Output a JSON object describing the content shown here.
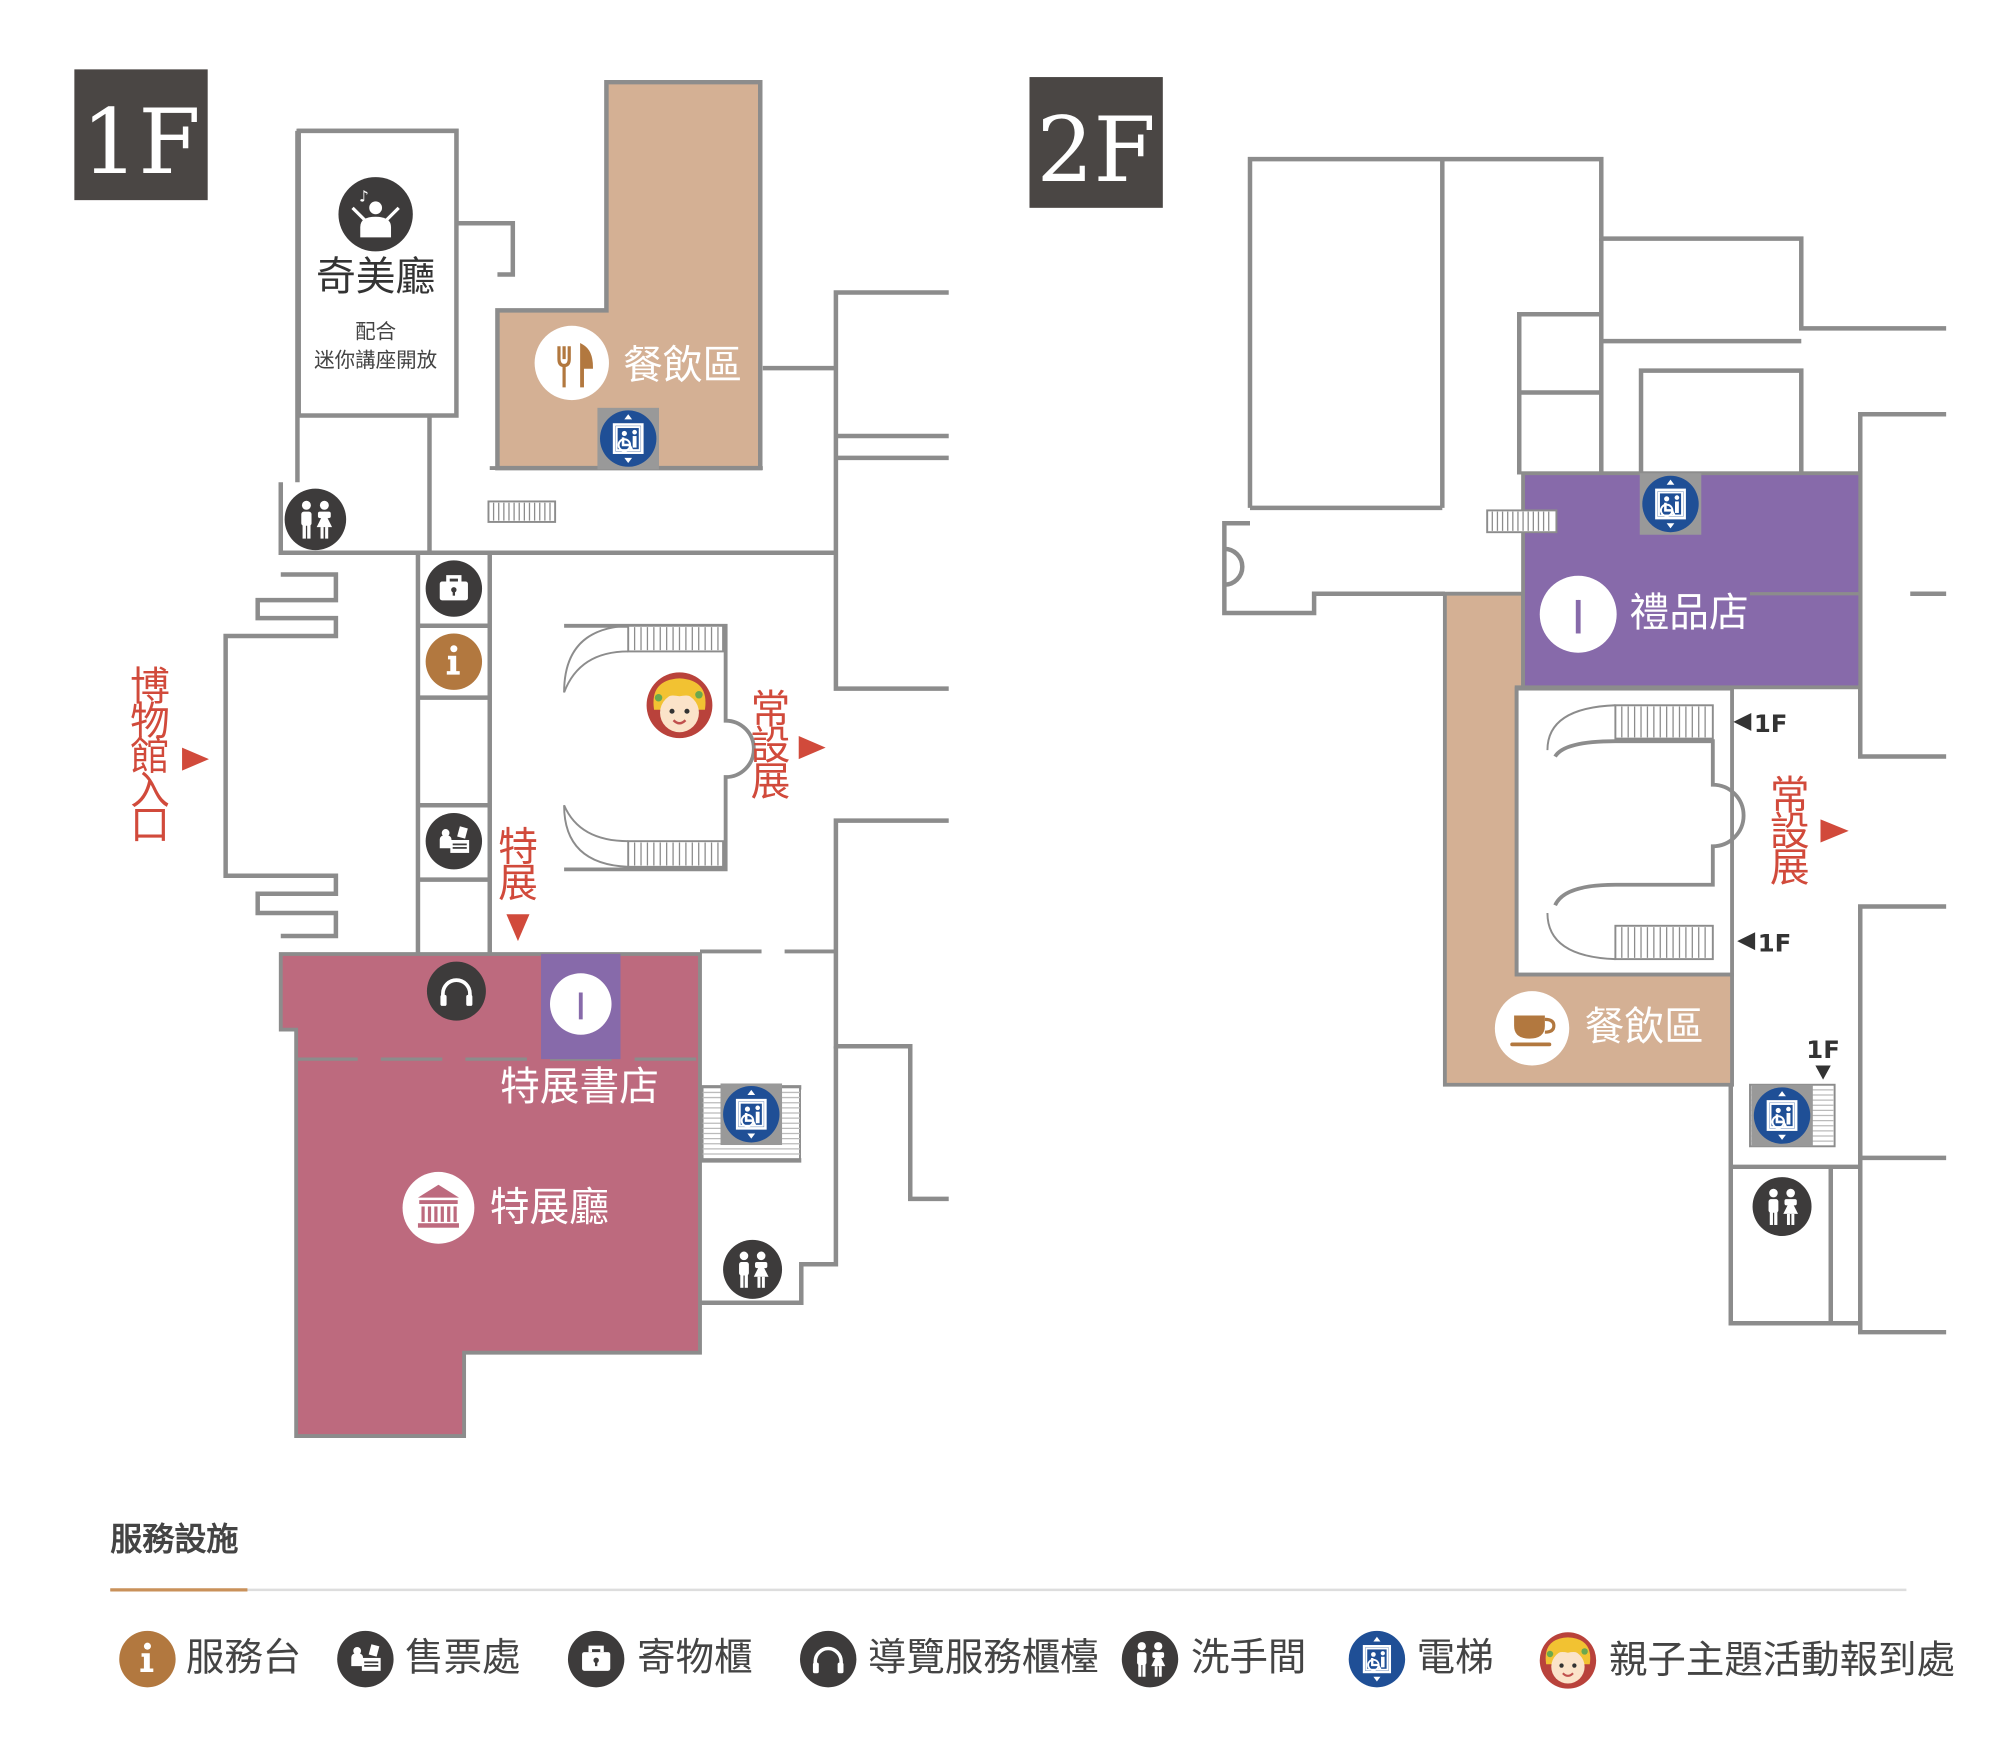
{
  "floors": [
    {
      "label": "1F"
    },
    {
      "label": "2F"
    }
  ],
  "rooms_1f": {
    "chimei_hall": {
      "name": "奇美廳",
      "note_line1": "配合",
      "note_line2": "迷你講座開放"
    },
    "dining": {
      "name": "餐飲區"
    },
    "special_bookstore": {
      "name": "特展書店"
    },
    "special_hall": {
      "name": "特展廳"
    }
  },
  "rooms_2f": {
    "gift_shop": {
      "name": "禮品店"
    },
    "dining": {
      "name": "餐飲區"
    }
  },
  "directions_1f": {
    "entrance": [
      "博",
      "物",
      "館",
      "入",
      "口"
    ],
    "permanent": [
      "常",
      "設",
      "展"
    ],
    "special": [
      "特",
      "展"
    ]
  },
  "directions_2f": {
    "permanent": [
      "常",
      "設",
      "展"
    ],
    "stair_to_1f_top": "1F",
    "stair_to_1f_bottom": "1F",
    "elevator_1f": "1F"
  },
  "legend": {
    "title": "服務設施",
    "items": [
      {
        "icon": "info-icon",
        "label": "服務台"
      },
      {
        "icon": "ticket-icon",
        "label": "售票處"
      },
      {
        "icon": "locker-icon",
        "label": "寄物櫃"
      },
      {
        "icon": "headphones-icon",
        "label": "導覽服務櫃檯"
      },
      {
        "icon": "restroom-icon",
        "label": "洗手間"
      },
      {
        "icon": "elevator-icon",
        "label": "電梯"
      },
      {
        "icon": "family-icon",
        "label": "親子主題活動報到處"
      }
    ]
  },
  "colors": {
    "dining": "#d4b094",
    "special_hall": "#bd6a7e",
    "gift": "#876aaa",
    "direction_red": "#d14a3b",
    "floor_badge": "#4a4644",
    "info_brown": "#b2783f",
    "elevator_blue": "#1f4f96",
    "service_dark": "#3d3b3b"
  }
}
